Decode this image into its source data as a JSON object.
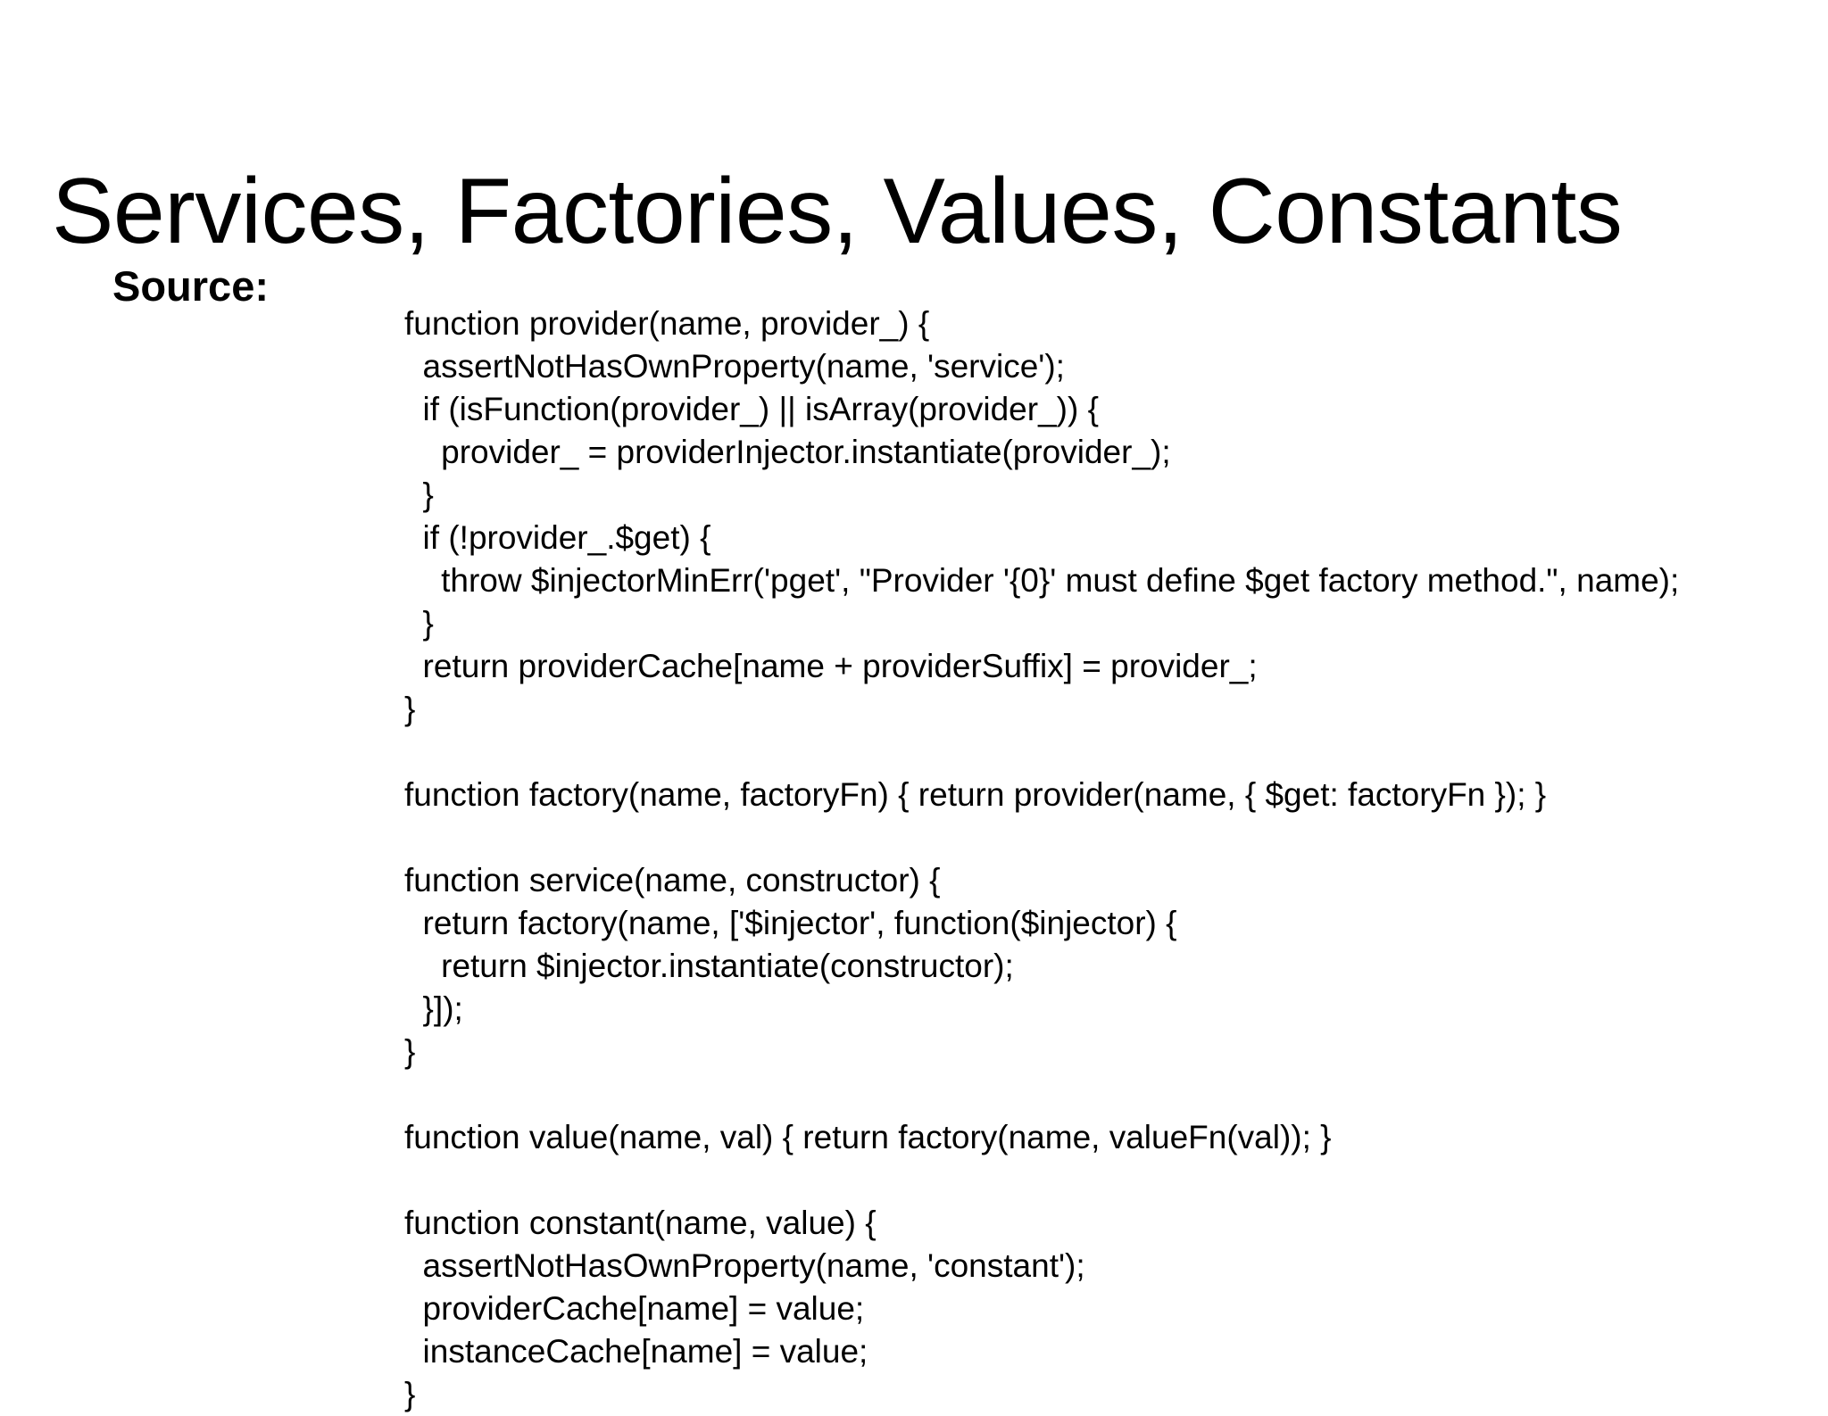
{
  "slide": {
    "title": "Services, Factories, Values, Constants",
    "source_label": "Source:",
    "background_color": "#ffffff",
    "text_color": "#000000"
  },
  "code": {
    "language": "javascript",
    "lines": [
      "function provider(name, provider_) {",
      "  assertNotHasOwnProperty(name, 'service');",
      "  if (isFunction(provider_) || isArray(provider_)) {",
      "    provider_ = providerInjector.instantiate(provider_);",
      "  }",
      "  if (!provider_.$get) {",
      "    throw $injectorMinErr('pget', \"Provider '{0}' must define $get factory method.\", name);",
      "  }",
      "  return providerCache[name + providerSuffix] = provider_;",
      "}",
      "",
      "function factory(name, factoryFn) { return provider(name, { $get: factoryFn }); }",
      "",
      "function service(name, constructor) {",
      "  return factory(name, ['$injector', function($injector) {",
      "    return $injector.instantiate(constructor);",
      "  }]);",
      "}",
      "",
      "function value(name, val) { return factory(name, valueFn(val)); }",
      "",
      "function constant(name, value) {",
      "  assertNotHasOwnProperty(name, 'constant');",
      "  providerCache[name] = value;",
      "  instanceCache[name] = value;",
      "}"
    ]
  }
}
